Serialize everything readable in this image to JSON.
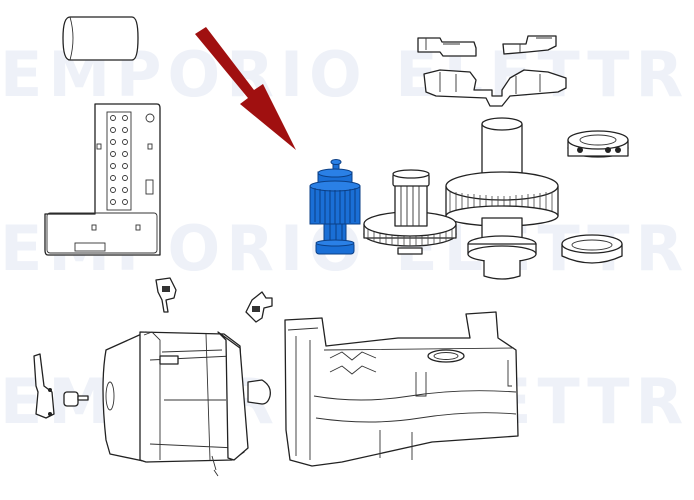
{
  "diagram": {
    "type": "exploded-parts-view",
    "watermark": {
      "line1": "EMPORIO ELETTRICO",
      "line2": "EMPORIO ELETTRICO",
      "line3": "EMPORIO ELETTRICO",
      "color": "#e9edf6"
    },
    "highlight": {
      "part": "pinion-gear",
      "color": "#1a6fd6"
    },
    "arrow": {
      "color": "#a01010",
      "points_to": "pinion-gear"
    },
    "parts": [
      {
        "id": "capacitor",
        "label": "capacitor"
      },
      {
        "id": "terminal-board",
        "label": "terminal board"
      },
      {
        "id": "limit-switch-cams",
        "label": "limit switch cams"
      },
      {
        "id": "limit-switch-plate",
        "label": "limit switch plate"
      },
      {
        "id": "output-shaft-gear",
        "label": "output shaft gear"
      },
      {
        "id": "shaft-collar",
        "label": "shaft collar"
      },
      {
        "id": "seal-ring",
        "label": "seal ring"
      },
      {
        "id": "intermediate-gear",
        "label": "intermediate gear"
      },
      {
        "id": "pinion-gear",
        "label": "pinion gear (highlighted)"
      },
      {
        "id": "cable-clamp-1",
        "label": "cable clamp"
      },
      {
        "id": "cable-clamp-2",
        "label": "cable clamp"
      },
      {
        "id": "motor",
        "label": "electric motor"
      },
      {
        "id": "release-lever",
        "label": "release lever"
      },
      {
        "id": "release-knob",
        "label": "release knob"
      },
      {
        "id": "gearbox-housing",
        "label": "gearbox housing"
      }
    ]
  }
}
